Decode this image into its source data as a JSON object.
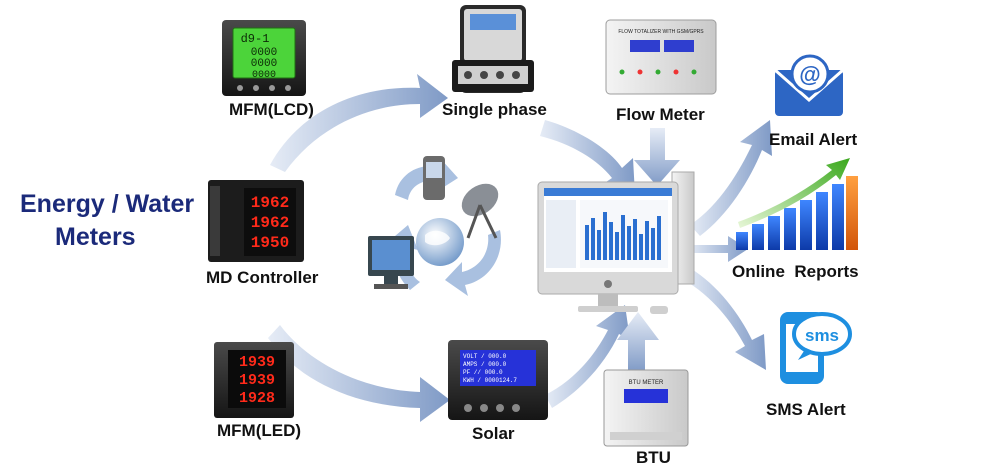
{
  "title": {
    "line1": "Energy / Water",
    "line2": "Meters"
  },
  "labels": {
    "mfm_lcd": "MFM(LCD)",
    "single_phase": "Single phase",
    "flow_meter": "Flow Meter",
    "email_alert": "Email Alert",
    "md_controller": "MD Controller",
    "online_reports": "Online  Reports",
    "mfm_led": "MFM(LED)",
    "solar": "Solar",
    "btu": "BTU",
    "sms_alert": "SMS Alert"
  },
  "device_text": {
    "lcd_readouts": [
      "d9-1",
      "0000",
      "0000",
      "0000"
    ],
    "md_readouts": [
      "1962",
      "1962",
      "1950"
    ],
    "led_readouts": [
      "1939",
      "1939",
      "1928"
    ],
    "solar_lines": [
      "VOLT  /   000.0",
      "AMPS  /   000.0",
      "PF  //   000.0",
      "KWH  /  0000124.7"
    ],
    "flow_panel_title": "FLOW TOTALIZER WITH GSM/GPRS",
    "btu_panel_title": "BTU METER",
    "sms_bubble": "sms",
    "email_symbol": "@"
  },
  "colors": {
    "title": "#1b2a7a",
    "arrow": "#8fa7cf",
    "lcd_green": "#4cd43a",
    "led_red": "#ff2a1a",
    "solar_blue": "#2632d8",
    "sms_blue": "#1e8fe0",
    "bar_blue": "#1a5fd6",
    "bar_orange": "#f07a1a"
  }
}
